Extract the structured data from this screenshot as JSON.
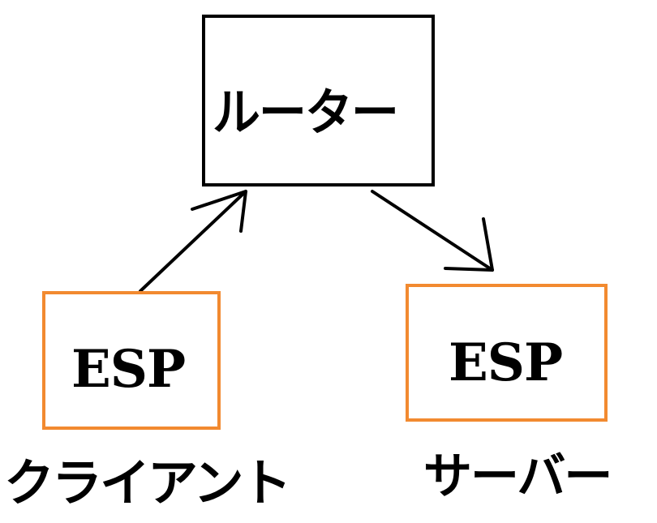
{
  "nodes": {
    "router": {
      "label": "ルーター",
      "border_color": "#000000"
    },
    "client": {
      "label": "ESP",
      "caption": "クライアント",
      "border_color": "#f28a30"
    },
    "server": {
      "label": "ESP",
      "caption": "サーバー",
      "border_color": "#f28a30"
    }
  },
  "edges": [
    {
      "from": "client",
      "to": "router"
    },
    {
      "from": "router",
      "to": "server"
    }
  ]
}
